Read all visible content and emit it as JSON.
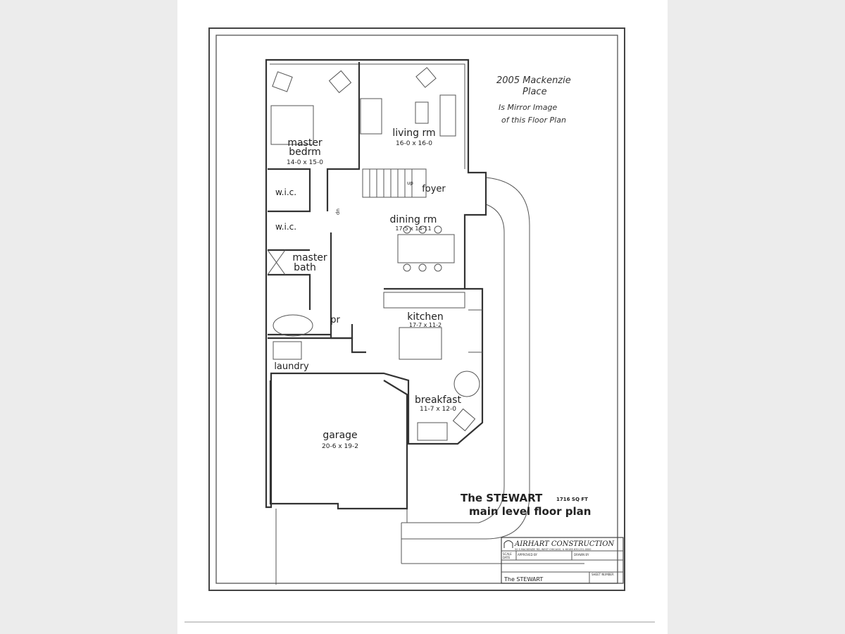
{
  "note": {
    "line1": "2005 Mackenzie",
    "line2": "Place",
    "line3": "Is Mirror Image",
    "line4": "of this Floor Plan"
  },
  "rooms": [
    {
      "name": "living rm",
      "size": "16-0 x 16-0"
    },
    {
      "name": "master",
      "name2": "bedrm",
      "size": "14-0 x 15-0"
    },
    {
      "name": "w.i.c."
    },
    {
      "name": "w.i.c."
    },
    {
      "name": "foyer"
    },
    {
      "name": "dining rm",
      "size": "17-5 x 14-11"
    },
    {
      "name": "master",
      "name2": "bath"
    },
    {
      "name": "pr"
    },
    {
      "name": "kitchen",
      "size": "17-7 x 11-2"
    },
    {
      "name": "laundry"
    },
    {
      "name": "breakfast",
      "size": "11-7 x 12-0"
    },
    {
      "name": "garage",
      "size": "20-6 x 19-2"
    }
  ],
  "stair_labels": {
    "up": "up",
    "down": "dn"
  },
  "plan_title": {
    "name": "The STEWART",
    "sqft": "1716 SQ FT",
    "subtitle": "main level floor plan"
  },
  "title_block": {
    "company": "AIRHART CONSTRUCTION",
    "company_address": "50 S MACKENZIE RD, WEST CHICAGO, IL 60185 630.231.0000",
    "scale": "SCALE",
    "date": "DATE",
    "approved_by": "APPROVED BY",
    "drawn_by": "DRAWN BY",
    "plan_name": "The STEWART",
    "sheet": "SHEET NUMBER"
  }
}
